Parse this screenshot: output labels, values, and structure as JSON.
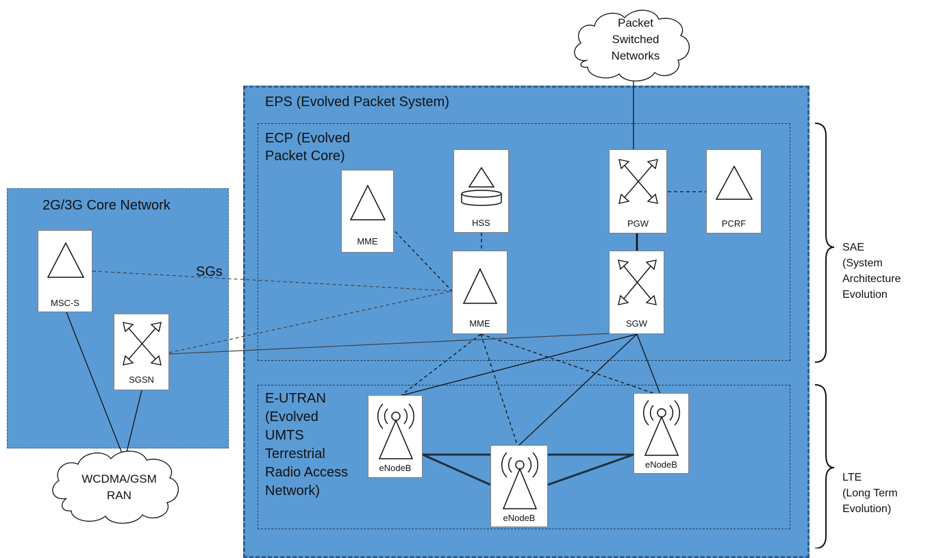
{
  "labels": {
    "eps": "EPS (Evolved Packet System)",
    "ecp": "ECP (Evolved\nPacket Core)",
    "eutran": "E-UTRAN\n(Evolved\nUMTS\nTerrestrial\nRadio Access\nNetwork)",
    "core2g3g": "2G/3G Core Network",
    "sgs": "SGs",
    "sae": "SAE\n(System\nArchitecture\nEvolution",
    "lte": "LTE\n(Long Term\nEvolution)"
  },
  "clouds": {
    "packet_switched": "Packet\nSwitched\nNetworks",
    "wcdma_gsm": "WCDMA/GSM\nRAN"
  },
  "nodes": {
    "mme_left": "MME",
    "hss": "HSS",
    "mme_main": "MME",
    "pgw": "PGW",
    "pcrf": "PCRF",
    "sgw": "SGW",
    "msc_s": "MSC-S",
    "sgsn": "SGSN",
    "enodeb_left": "eNodeB",
    "enodeb_mid": "eNodeB",
    "enodeb_right": "eNodeB"
  },
  "colors": {
    "region_fill": "#5b9bd5",
    "region_border": "#2e5f8f",
    "node_fill": "#ffffff",
    "line": "#111111"
  }
}
